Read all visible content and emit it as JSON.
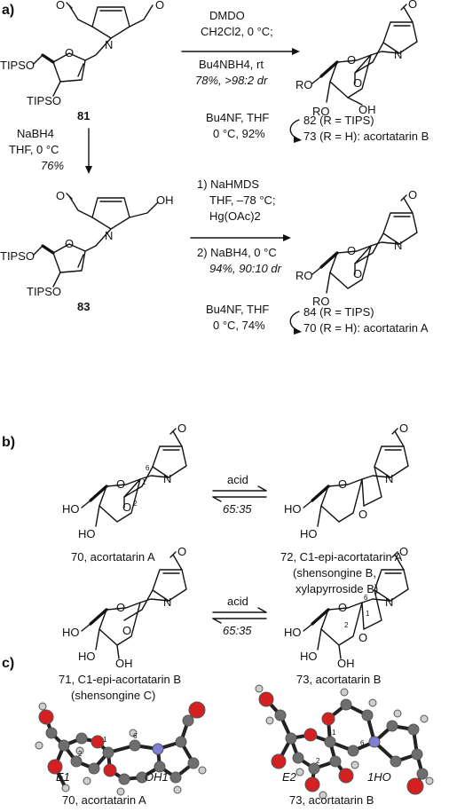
{
  "panels": {
    "a": "a)",
    "b": "b)",
    "c": "c)"
  },
  "atoms": {
    "O": "O",
    "N": "N",
    "OH": "OH",
    "HO": "HO",
    "TIPSO": "TIPSO",
    "RO": "RO"
  },
  "rxn1": {
    "reagent1": "DMDO",
    "reagent2": "CH2Cl2, 0 °C;",
    "reagent3": "Bu4NBH4, rt",
    "yield": "78%, >98:2 dr"
  },
  "rxn2": {
    "reagent": "Bu4NF, THF",
    "cond": "0 °C, 92%"
  },
  "rxn3": {
    "reagent1": "NaBH4",
    "reagent2": "THF, 0 °C",
    "yield": "76%"
  },
  "rxn4": {
    "step1a": "1) NaHMDS",
    "step1b": "THF, –78 °C;",
    "step1c": "Hg(OAc)2",
    "step2": "2) NaBH4, 0 °C",
    "yield": "94%, 90:10 dr"
  },
  "rxn5": {
    "reagent": "Bu4NF, THF",
    "cond": "0 °C, 74%"
  },
  "compounds": {
    "c81": "81",
    "c83": "83",
    "c82": "82 (R = TIPS)",
    "c73a": "73 (R = H): acortatarin B",
    "c84": "84 (R = TIPS)",
    "c70a": "70 (R = H): acortatarin A",
    "c70b": "70, acortatarin A",
    "c72a": "72, C1-epi-acortatarin A",
    "c72b": "(shensongine B,",
    "c72c": "xylapyrroside B)",
    "c71a": "71, C1-epi-acortatarin B",
    "c71b": "(shensongine C)",
    "c73b": "73, acortatarin B",
    "c70c": "70, acortatarin A",
    "c73c": "73, acortatarin B"
  },
  "equilibria": {
    "eq1": {
      "reagent": "acid",
      "ratio": "65:35"
    },
    "eq2": {
      "reagent": "acid",
      "ratio": "65:35"
    }
  },
  "locants": {
    "one": "1",
    "two": "2",
    "six": "6"
  },
  "conformations": {
    "left_env": "E1",
    "left_hb": "OH1",
    "right_env": "E2",
    "right_hb": "1HO"
  },
  "colors": {
    "oxygen": "#d42020",
    "nitrogen": "#7f7fd6",
    "carbon": "#6e6e6e",
    "hydrogen": "#cfcfcf",
    "bond": "#111111"
  }
}
